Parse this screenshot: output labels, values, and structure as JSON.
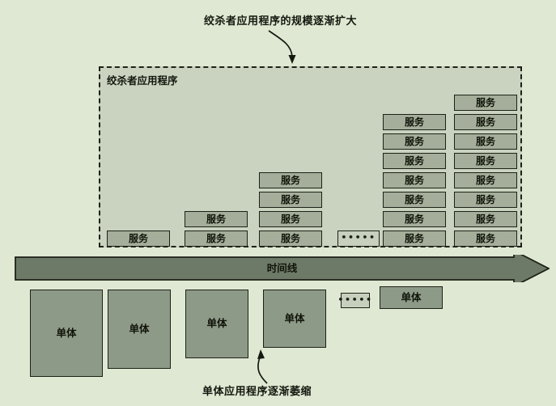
{
  "diagram": {
    "title_top": "绞杀者应用程序的规模逐渐扩大",
    "title_bottom": "单体应用程序逐渐萎缩",
    "strangler_label": "绞杀者应用程序",
    "timeline_label": "时间线",
    "service_label": "服务",
    "monolith_label": "单体",
    "ellipsis": "•••••"
  },
  "colors": {
    "page_background": "#dfe8d2",
    "strangler_fill": "#c9d3bf",
    "service_fill": "#a4ae9a",
    "monolith_fill": "#8e9a88",
    "arrow_fill": "#6e7a68",
    "stroke": "#1d2117"
  },
  "chart_data": {
    "type": "diagram",
    "title": "绞杀者应用程序的规模逐渐扩大",
    "subtitle": "单体应用程序逐渐萎缩",
    "xlabel": "时间线",
    "service_columns": [
      {
        "index": 1,
        "count": 1,
        "label": "服务"
      },
      {
        "index": 2,
        "count": 2,
        "label": "服务"
      },
      {
        "index": 3,
        "count": 4,
        "label": "服务"
      },
      {
        "index": 4,
        "count": 0,
        "label": "•••••"
      },
      {
        "index": 5,
        "count": 7,
        "label": "服务"
      },
      {
        "index": 6,
        "count": 8,
        "label": "服务"
      }
    ],
    "monolith_heights": [
      {
        "index": 1,
        "height": 108,
        "label": "单体"
      },
      {
        "index": 2,
        "height": 98,
        "label": "单体"
      },
      {
        "index": 3,
        "height": 85,
        "label": "单体"
      },
      {
        "index": 4,
        "height": 72,
        "label": "单体"
      },
      {
        "index": 5,
        "height": 0,
        "label": "•••••"
      },
      {
        "index": 6,
        "height": 28,
        "label": "单体"
      }
    ]
  },
  "services": {
    "col1": [
      {
        "label": "服务"
      }
    ],
    "col2": [
      {
        "label": "服务"
      },
      {
        "label": "服务"
      }
    ],
    "col3": [
      {
        "label": "服务"
      },
      {
        "label": "服务"
      },
      {
        "label": "服务"
      },
      {
        "label": "服务"
      }
    ],
    "col5": [
      {
        "label": "服务"
      },
      {
        "label": "服务"
      },
      {
        "label": "服务"
      },
      {
        "label": "服务"
      },
      {
        "label": "服务"
      },
      {
        "label": "服务"
      },
      {
        "label": "服务"
      }
    ],
    "col6": [
      {
        "label": "服务"
      },
      {
        "label": "服务"
      },
      {
        "label": "服务"
      },
      {
        "label": "服务"
      },
      {
        "label": "服务"
      },
      {
        "label": "服务"
      },
      {
        "label": "服务"
      },
      {
        "label": "服务"
      }
    ]
  },
  "monoliths": [
    {
      "label": "单体"
    },
    {
      "label": "单体"
    },
    {
      "label": "单体"
    },
    {
      "label": "单体"
    },
    {
      "label": "单体"
    }
  ]
}
